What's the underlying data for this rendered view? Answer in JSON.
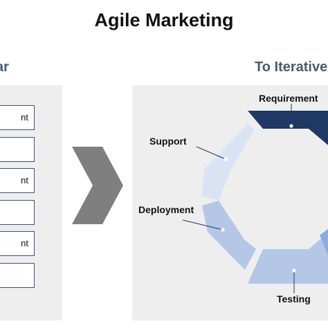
{
  "title": "Agile Marketing",
  "left_heading": "ar",
  "right_heading": "To Iterative",
  "left_steps": [
    {
      "label": "nt"
    },
    {
      "label": ""
    },
    {
      "label": "nt"
    },
    {
      "label": ""
    },
    {
      "label": "nt"
    },
    {
      "label": ""
    }
  ],
  "cycle": {
    "phases": [
      {
        "label": "Requirement",
        "color": "#1f3864"
      },
      {
        "label": "Support",
        "color": "#dae3f3"
      },
      {
        "label": "Deployment",
        "color": "#b4c7e7"
      },
      {
        "label": "Testing",
        "color": "#b4c7e7"
      }
    ],
    "partial_colors": [
      "#2f5597",
      "#8faadc"
    ],
    "center_color": "#eeeeee"
  },
  "colors": {
    "arrow": "#7f7f7f",
    "box_border": "#3a5078",
    "heading": "#4a5a6e"
  }
}
